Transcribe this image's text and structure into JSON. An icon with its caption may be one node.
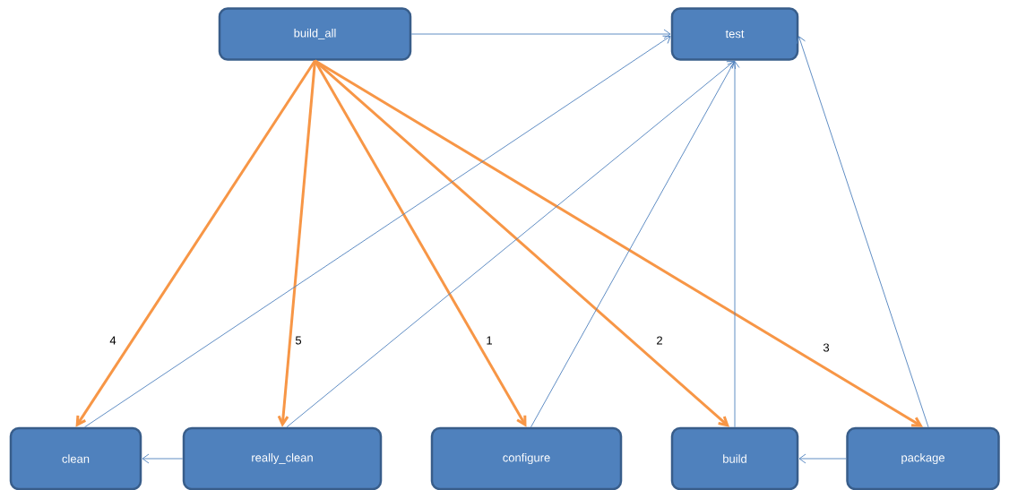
{
  "diagram": {
    "nodes": [
      {
        "text": [
          "build_all"
        ]
      },
      {
        "text": [
          "test"
        ]
      },
      {
        "text": [
          "clean"
        ]
      },
      {
        "text": [
          "really_clean"
        ]
      },
      {
        "text": [
          "configure"
        ]
      },
      {
        "text": [
          "build"
        ]
      },
      {
        "text": [
          "package"
        ]
      }
    ],
    "edges": [
      {
        "from": 0,
        "to": 1,
        "arrow": "to"
      },
      {
        "from": 0,
        "to": 2,
        "arrow": "to",
        "label": "4",
        "style": "thick",
        "color": "#f79646"
      },
      {
        "from": 0,
        "to": 3,
        "arrow": "to",
        "label": "5",
        "style": "thick",
        "color": "#f79646"
      },
      {
        "from": 0,
        "to": 4,
        "arrow": "to",
        "label": "1",
        "style": "thick",
        "color": "#f79646"
      },
      {
        "from": 0,
        "to": 5,
        "arrow": "to",
        "label": "2",
        "style": "thick",
        "color": "#f79646"
      },
      {
        "from": 0,
        "to": 6,
        "arrow": "to",
        "label": "3",
        "style": "thick",
        "color": "#f79646"
      },
      {
        "from": 2,
        "to": 1,
        "arrow": "to"
      },
      {
        "from": 3,
        "to": 1,
        "arrow": "to"
      },
      {
        "from": 4,
        "to": 1,
        "arrow": "to"
      },
      {
        "from": 5,
        "to": 1,
        "arrow": "to"
      },
      {
        "from": 6,
        "to": 1,
        "arrow": "to"
      },
      {
        "from": 3,
        "to": 2,
        "arrow": "to"
      },
      {
        "from": 6,
        "to": 5,
        "arrow": "to"
      }
    ]
  }
}
